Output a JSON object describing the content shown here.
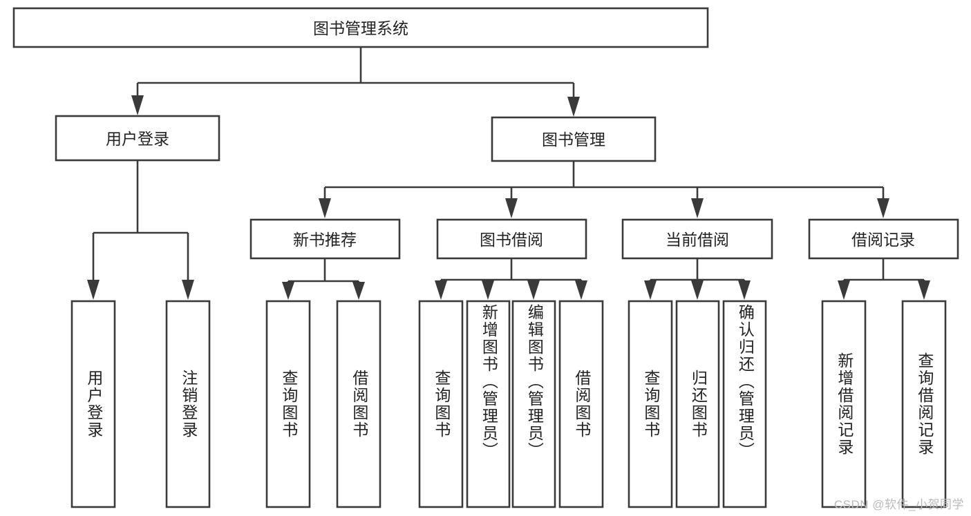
{
  "diagram": {
    "type": "tree",
    "title_node": {
      "id": "root",
      "label": "图书管理系统"
    },
    "level1": [
      {
        "id": "user-login",
        "label": "用户登录"
      },
      {
        "id": "book-manage",
        "label": "图书管理"
      }
    ],
    "level2": [
      {
        "id": "new-book-rec",
        "label": "新书推荐",
        "parent": "book-manage"
      },
      {
        "id": "book-borrow",
        "label": "图书借阅",
        "parent": "book-manage"
      },
      {
        "id": "current-borrow",
        "label": "当前借阅",
        "parent": "book-manage"
      },
      {
        "id": "borrow-record",
        "label": "借阅记录",
        "parent": "book-manage"
      }
    ],
    "leaves": {
      "user-login": [
        {
          "id": "leaf-user-login",
          "label": "用户登录"
        },
        {
          "id": "leaf-logout",
          "label": "注销登录"
        }
      ],
      "new-book-rec": [
        {
          "id": "leaf-query-book-1",
          "label": "查询图书"
        },
        {
          "id": "leaf-borrow-book-1",
          "label": "借阅图书"
        }
      ],
      "book-borrow": [
        {
          "id": "leaf-query-book-2",
          "label": "查询图书"
        },
        {
          "id": "leaf-add-book",
          "label": "新增图书（管理员）"
        },
        {
          "id": "leaf-edit-book",
          "label": "编辑图书（管理员）"
        },
        {
          "id": "leaf-borrow-book-2",
          "label": "借阅图书"
        }
      ],
      "current-borrow": [
        {
          "id": "leaf-query-book-3",
          "label": "查询图书"
        },
        {
          "id": "leaf-return-book",
          "label": "归还图书"
        },
        {
          "id": "leaf-confirm-return",
          "label": "确认归还（管理员）"
        }
      ],
      "borrow-record": [
        {
          "id": "leaf-add-record",
          "label": "新增借阅记录"
        },
        {
          "id": "leaf-query-record",
          "label": "查询借阅记录"
        }
      ]
    },
    "colors": {
      "stroke": "#3a3a3a",
      "fill": "#ffffff",
      "text": "#222222",
      "watermark": "#b9b9b9"
    }
  },
  "watermark": {
    "text": "CSDN @软件_小贺同学"
  }
}
